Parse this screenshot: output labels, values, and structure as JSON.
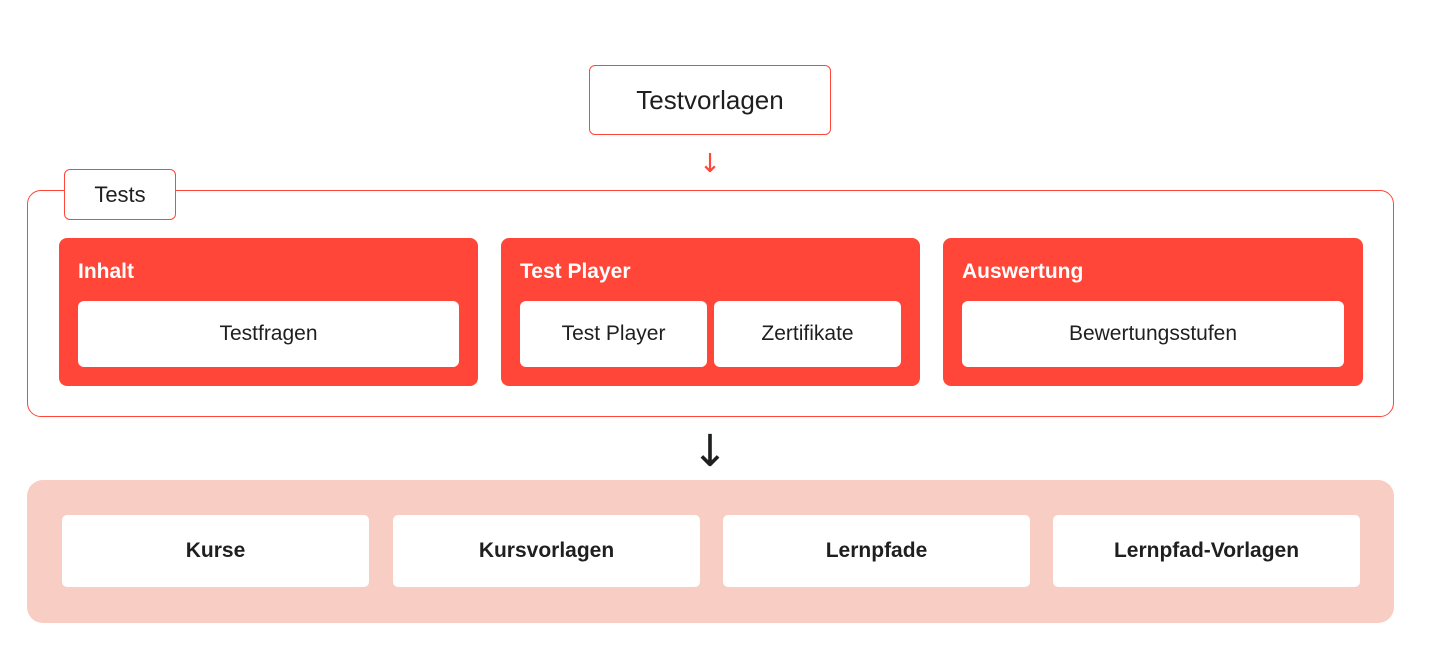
{
  "top_box": {
    "label": "Testvorlagen"
  },
  "tests_frame": {
    "label": "Tests"
  },
  "groups": [
    {
      "title": "Inhalt",
      "items": [
        "Testfragen"
      ]
    },
    {
      "title": "Test Player",
      "items": [
        "Test Player",
        "Zertifikate"
      ]
    },
    {
      "title": "Auswertung",
      "items": [
        "Bewertungsstufen"
      ]
    }
  ],
  "bottom_items": [
    "Kurse",
    "Kursvorlagen",
    "Lernpfade",
    "Lernpfad-Vorlagen"
  ],
  "arrows": {
    "red": "↓",
    "black": "↓"
  },
  "colors": {
    "accent": "#ff4638",
    "panel": "#f8cdc4",
    "text": "#1f1f1f"
  }
}
